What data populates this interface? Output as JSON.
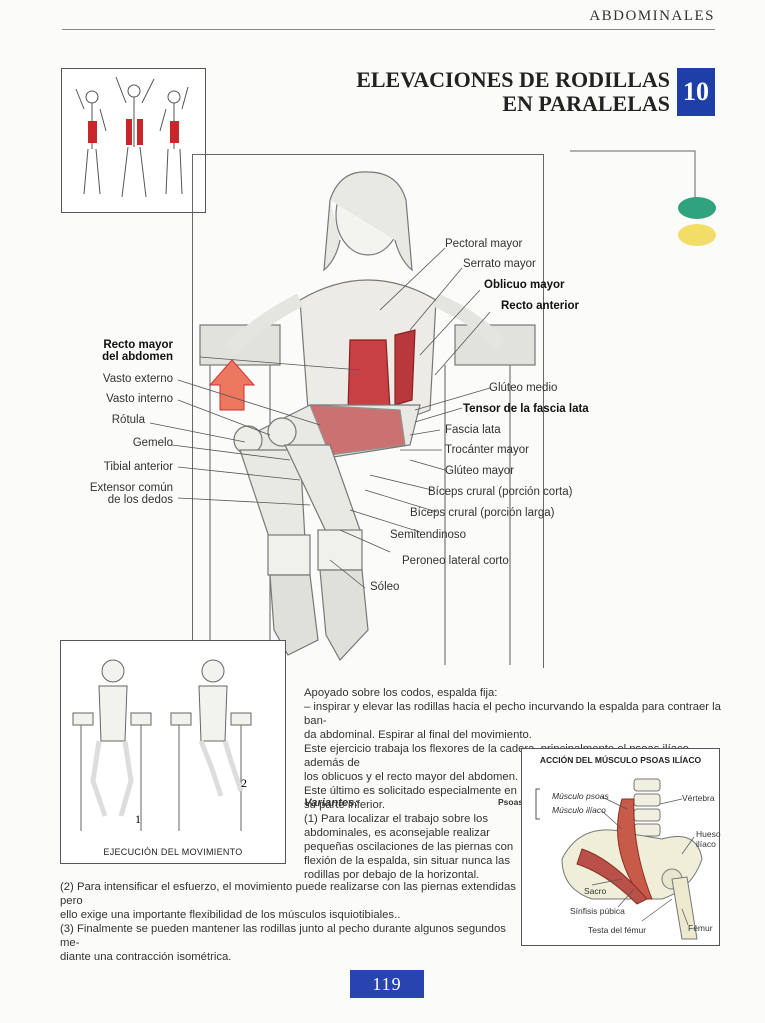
{
  "header": {
    "section": "ABDOMINALES"
  },
  "exercise": {
    "title_line1": "ELEVACIONES DE RODILLAS",
    "title_line2": "EN PARALELAS",
    "number": "10"
  },
  "labels_left": [
    {
      "text": "Recto mayor",
      "bold": true
    },
    {
      "text": "del abdomen",
      "bold": true
    },
    {
      "text": "Vasto externo"
    },
    {
      "text": "Vasto interno"
    },
    {
      "text": "Rótula"
    },
    {
      "text": "Gemelo"
    },
    {
      "text": "Tibial anterior"
    },
    {
      "text": "Extensor común"
    },
    {
      "text": "de los dedos"
    }
  ],
  "labels_right": [
    {
      "text": "Pectoral mayor"
    },
    {
      "text": "Serrato mayor"
    },
    {
      "text": "Oblicuo mayor",
      "bold": true
    },
    {
      "text": "Recto anterior",
      "bold": true
    },
    {
      "text": "Glúteo medio"
    },
    {
      "text": "Tensor de la fascia lata",
      "bold": true
    },
    {
      "text": "Fascia lata"
    },
    {
      "text": "Trocánter mayor"
    },
    {
      "text": "Glúteo mayor"
    },
    {
      "text": "Bíceps crural (porción corta)"
    },
    {
      "text": "Bíceps crural (porción larga)"
    },
    {
      "text": "Semitendinoso"
    },
    {
      "text": "Peroneo lateral corto"
    },
    {
      "text": "Sóleo"
    }
  ],
  "execution": {
    "caption": "EJECUCIÓN DEL MOVIMIENTO",
    "step1": "1",
    "step2": "2"
  },
  "description": {
    "p1": "Apoyado sobre los codos, espalda fija:",
    "p2": "– inspirar y elevar las rodillas hacia el pecho incurvando la espalda para contraer la ban-",
    "p3": "da abdominal. Espirar al final del movimiento.",
    "p4": "Este ejercicio trabaja los flexores de la cadera, principalmente el psoas ilíaco además de",
    "p5": "los oblicuos y el recto mayor del abdomen.",
    "p6": "Este último es solicitado especialmente en",
    "p7": "su parte inferior."
  },
  "variants": {
    "heading": "Variantes:",
    "v1_a": "(1) Para localizar el trabajo sobre los",
    "v1_b": "abdominales, es aconsejable realizar",
    "v1_c": "pequeñas oscilaciones de las piernas con",
    "v1_d": "flexión de la espalda, sin situar nunca las",
    "v1_e": "rodillas por debajo de la horizontal.",
    "v2_a": "(2) Para intensificar el esfuerzo, el movimiento puede realizarse con las piernas extendidas pero",
    "v2_b": "ello exige una importante flexibilidad de los músculos isquiotibiales..",
    "v3_a": "(3) Finalmente se pueden mantener las rodillas junto al pecho durante algunos segundos me-",
    "v3_b": "diante una contracción isométrica."
  },
  "psoas": {
    "title": "ACCIÓN DEL MÚSCULO PSOAS ILÍACO",
    "psoas_iliaco": "Psoas ilíaco",
    "musculo_psoas": "Músculo psoas",
    "musculo_iliaco": "Músculo ilíaco",
    "vertebra": "Vértebra",
    "hueso_a": "Hueso",
    "hueso_b": "ilíaco",
    "sacro": "Sacro",
    "sinfisis": "Sínfisis púbica",
    "testa": "Testa del fémur",
    "femur": "Fémur"
  },
  "page": {
    "number": "119"
  },
  "colors": {
    "accent_blue": "#1e3ea8",
    "oval_green": "#2fa27e",
    "oval_yellow": "#f2dd66",
    "muscle_red": "#c8262a"
  }
}
